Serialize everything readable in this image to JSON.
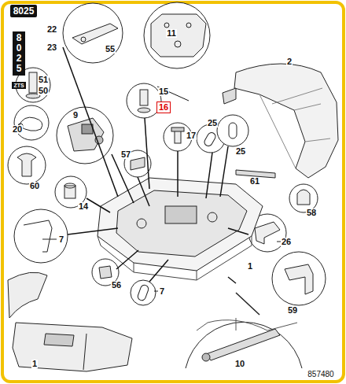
{
  "diagram": {
    "labels": [
      "8025",
      "22",
      "8025",
      "ZTS",
      "23",
      "55",
      "11",
      "2",
      "51",
      "50",
      "15",
      "16",
      "20",
      "9",
      "17",
      "25",
      "25",
      "60",
      "57",
      "61",
      "14",
      "58",
      "7",
      "26",
      "56",
      "1",
      "7",
      "59",
      "1",
      "10",
      "857480"
    ]
  }
}
